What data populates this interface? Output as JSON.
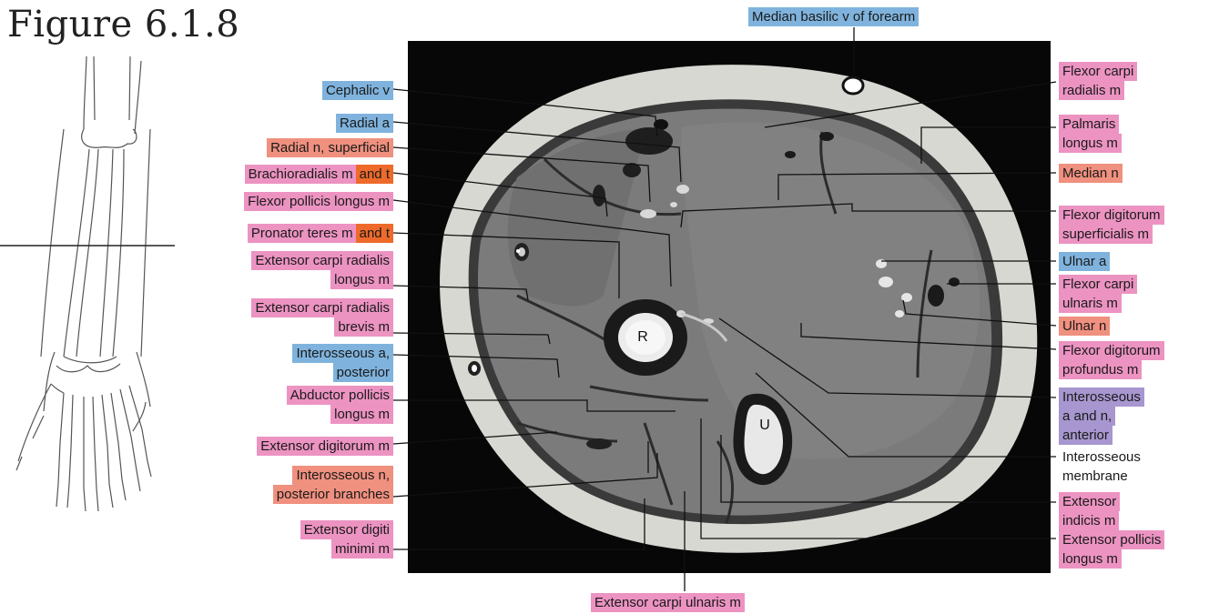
{
  "figure_title": "Figure 6.1.8",
  "colors": {
    "muscle": "#ec93c2",
    "artery": "#7fb3dd",
    "nerve": "#f0907f",
    "tendon": "#ee6a2a",
    "artery_nerve": "#a796cf"
  },
  "bone_labels": {
    "radius": "R",
    "ulna": "U"
  },
  "labels": {
    "median_basilic": "Median basilic v of forearm",
    "cephalic": "Cephalic v",
    "radial_a": "Radial a",
    "radial_n": "Radial n, superficial",
    "brachio": "Brachioradialis m",
    "brachio_t": "and t",
    "fpl": "Flexor pollicis longus m",
    "pronator": "Pronator teres m",
    "pronator_t": "and t",
    "ecrl_1": "Extensor carpi radialis",
    "ecrl_2": "longus m",
    "ecrb_1": "Extensor carpi radialis",
    "ecrb_2": "brevis m",
    "inteross_post_a_1": "Interosseous a,",
    "inteross_post_a_2": "posterior",
    "apl_1": "Abductor pollicis",
    "apl_2": "longus m",
    "ed": "Extensor digitorum m",
    "inteross_n_1": "Interosseous  n,",
    "inteross_n_2": "posterior branches",
    "edm_1": "Extensor digiti",
    "edm_2": "minimi m",
    "ecu": "Extensor carpi ulnaris m",
    "fcr_1": "Flexor carpi",
    "fcr_2": "radialis m",
    "pl_1": "Palmaris",
    "pl_2": "longus m",
    "median_n": "Median n",
    "fds_1": "Flexor digitorum",
    "fds_2": "superficialis m",
    "ulnar_a": "Ulnar a",
    "fcu_1": "Flexor carpi",
    "fcu_2": "ulnaris m",
    "ulnar_n": "Ulnar n",
    "fdp_1": "Flexor digitorum",
    "fdp_2": "profundus m",
    "ant_ian_1": "Interosseous",
    "ant_ian_2": "a and n,",
    "ant_ian_3": "anterior",
    "membrane_1": "Interosseous",
    "membrane_2": "membrane",
    "ei_1": "Extensor",
    "ei_2": "indicis m",
    "epl_1": "Extensor pollicis",
    "epl_2": "longus m"
  }
}
